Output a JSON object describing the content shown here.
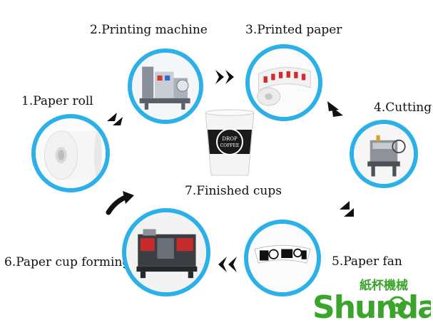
{
  "steps": [
    {
      "id": 1,
      "label": "1.Paper roll"
    },
    {
      "id": 2,
      "label": "2.Printing machine"
    },
    {
      "id": 3,
      "label": "3.Printed paper"
    },
    {
      "id": 4,
      "label": "4.Cutting"
    },
    {
      "id": 5,
      "label": "5.Paper fan"
    },
    {
      "id": 6,
      "label": "6.Paper cup forming"
    },
    {
      "id": 7,
      "label": "7.Finished cups"
    }
  ],
  "product": {
    "brand_line1": "DROP",
    "brand_line2": "COFFEE"
  },
  "logo": {
    "latin": "Shunda",
    "chinese": "紙杯機械"
  },
  "colors": {
    "ring": "#2bb0e8",
    "logo_green": "#3aa52a",
    "arrow": "#111111"
  },
  "icons": [
    "paper-roll-icon",
    "printing-machine-icon",
    "printed-paper-icon",
    "cutting-machine-icon",
    "paper-fan-icon",
    "cup-forming-machine-icon",
    "coffee-cup-icon"
  ]
}
